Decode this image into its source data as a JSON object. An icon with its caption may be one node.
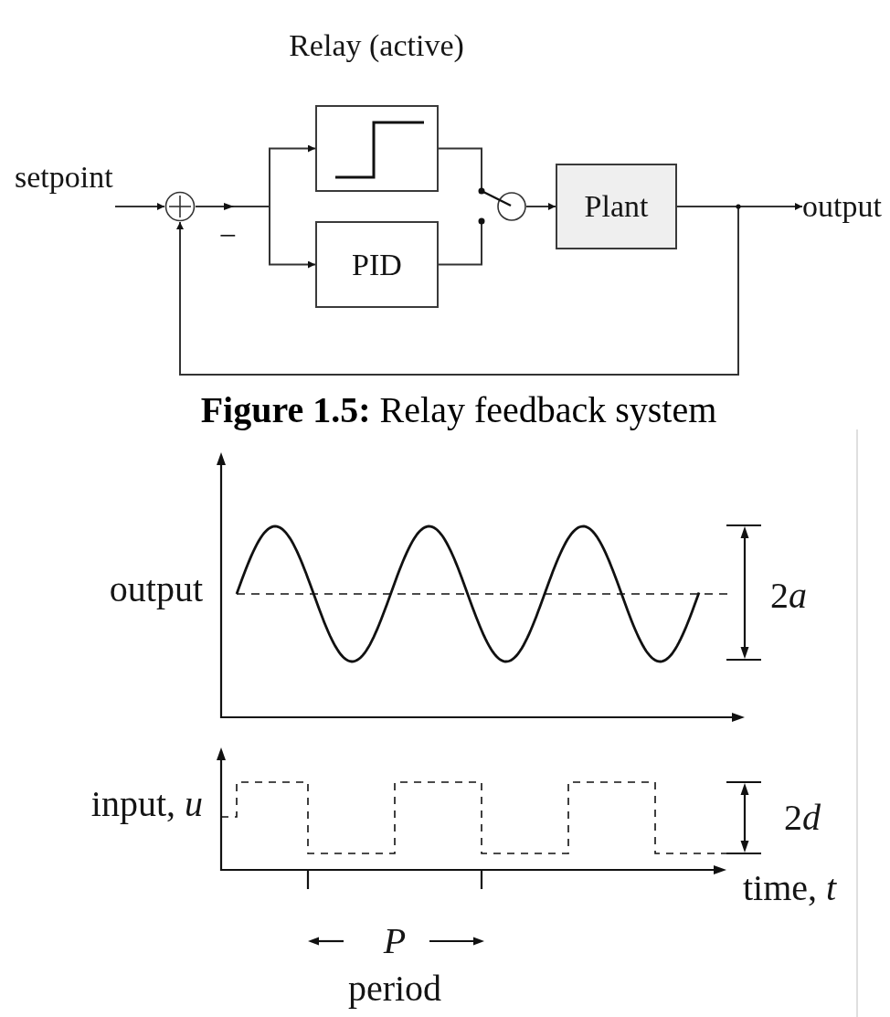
{
  "diagram": {
    "caption": "**Figure 1.5:** Relay feedback system",
    "nodes": [
      {
        "text": [
          "setpoint"
        ]
      },
      {
        "text": [],
        "shape": "circle"
      },
      {
        "text": [],
        "shape": "box",
        "beside": [
          "Relay (active)"
        ]
      },
      {
        "text": [
          "PID"
        ]
      },
      {
        "text": [],
        "shape": "circle"
      },
      {
        "text": [
          "Plant"
        ]
      },
      {
        "text": [
          "output"
        ]
      }
    ],
    "edges": [
      {
        "from": 0,
        "to": 1,
        "arrow": "to"
      },
      {
        "from": 1,
        "to": 2,
        "arrow": "to"
      },
      {
        "from": 1,
        "to": 3,
        "arrow": "to"
      },
      {
        "from": 2,
        "to": 4,
        "arrow": "none"
      },
      {
        "from": 3,
        "to": 4,
        "arrow": "none"
      },
      {
        "from": 4,
        "to": 5,
        "arrow": "to"
      },
      {
        "from": 5,
        "to": 6,
        "arrow": "to"
      },
      {
        "from": 5,
        "to": 1,
        "arrow": "to"
      }
    ],
    "labels": [
      "−",
      "output",
      "2a",
      "input, *u*",
      "2d",
      "time, *t*",
      "P",
      "period"
    ]
  }
}
